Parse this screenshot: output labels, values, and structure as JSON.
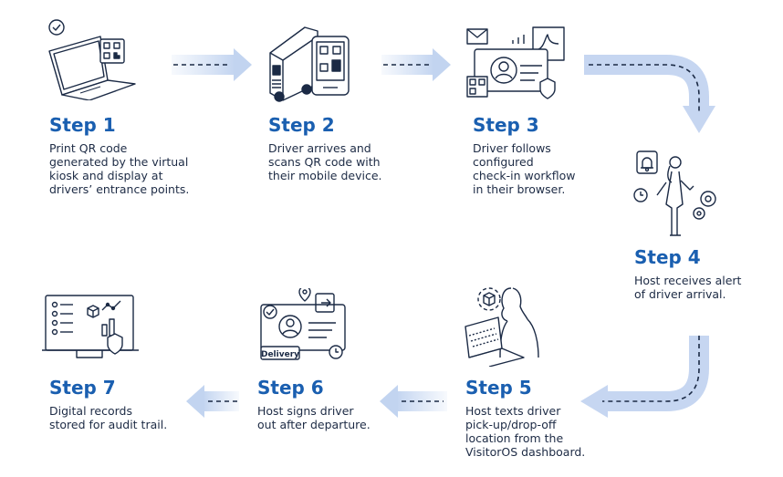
{
  "steps": [
    {
      "title": "Step 1",
      "description": "Print QR code\ngenerated by the virtual\nkiosk and display at\ndrivers’ entrance points."
    },
    {
      "title": "Step 2",
      "description": "Driver arrives and\nscans QR code with\ntheir mobile device."
    },
    {
      "title": "Step 3",
      "description": "Driver follows\nconfigured\ncheck-in workflow\nin their browser."
    },
    {
      "title": "Step 4",
      "description": "Host receives alert\nof driver arrival."
    },
    {
      "title": "Step 5",
      "description": "Host texts driver\npick-up/drop-off\nlocation from the\nVisitorOS dashboard."
    },
    {
      "title": "Step 6",
      "description": "Host signs driver\nout after departure."
    },
    {
      "title": "Step 7",
      "description": "Digital records\nstored for audit trail."
    }
  ],
  "labels": {
    "delivery_tag": "Delivery"
  },
  "colors": {
    "accent": "#1a5fb0",
    "arrow": "#c9d9f2",
    "ink": "#1b2a45"
  },
  "icons": [
    "laptop-qr-icon",
    "truck-phone-icon",
    "checkin-card-icon",
    "host-alert-icon",
    "host-laptop-icon",
    "delivery-card-icon",
    "audit-monitor-icon"
  ]
}
